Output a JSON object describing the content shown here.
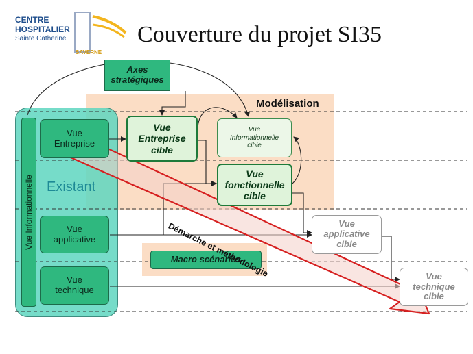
{
  "logo": {
    "line1": "CENTRE",
    "line2": "HOSPITALIER",
    "line3": "Sainte Catherine",
    "line4": "SAVERNE"
  },
  "title": "Couverture du projet SI35",
  "labels": {
    "modelisation": "Modélisation",
    "existant": "Existant",
    "vue_informationnelle": "Vue Informationnelle",
    "demarche": "Démarche et méthodologie"
  },
  "nodes": {
    "axes": [
      "Axes",
      "stratégiques"
    ],
    "vue_entreprise": [
      "Vue",
      "Entreprise"
    ],
    "vue_applicative": [
      "Vue",
      "applicative"
    ],
    "vue_technique": [
      "Vue",
      "technique"
    ],
    "vue_entreprise_cible": [
      "Vue",
      "Entreprise",
      "cible"
    ],
    "vue_informationnelle_cible": [
      "Vue",
      "Informationnelle",
      "cible"
    ],
    "vue_fonctionnelle_cible": [
      "Vue",
      "fonctionnelle",
      "cible"
    ],
    "vue_applicative_cible": [
      "Vue",
      "applicative",
      "cible"
    ],
    "vue_technique_cible": [
      "Vue",
      "technique",
      "cible"
    ],
    "macro_scenarios": "Macro scénarios"
  },
  "colors": {
    "existant_bg": "#5fd6c0",
    "modelisation_bg": "#fbd9bf",
    "node_green": "#2fb87f",
    "arrow_red": "#d62020",
    "logo_blue": "#1f4e8c"
  }
}
